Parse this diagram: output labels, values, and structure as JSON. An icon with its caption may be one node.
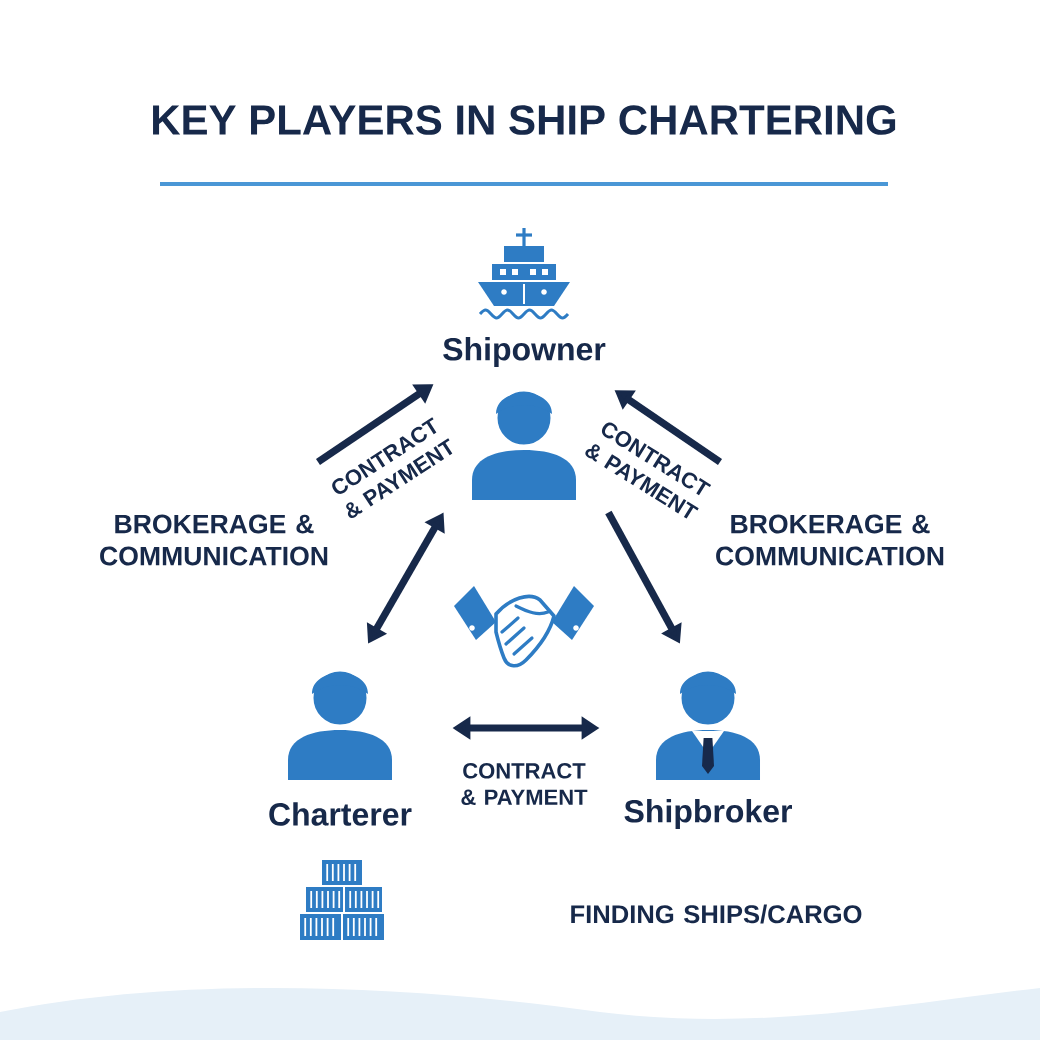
{
  "diagram": {
    "title": "KEY PLAYERS IN SHIP CHARTERING",
    "nodes": [
      {
        "text": [
          "Shipowner"
        ]
      },
      {
        "text": [
          "Charterer"
        ]
      },
      {
        "text": [
          "Shipbroker"
        ]
      }
    ],
    "edges": [
      {
        "from": null,
        "to": 0,
        "arrow": "to",
        "label": "CONTRACT & PAYMENT"
      },
      {
        "from": 1,
        "to": 0,
        "arrow": "both"
      },
      {
        "from": null,
        "to": 0,
        "arrow": "to",
        "label": "CONTRACT & PAYMENT"
      },
      {
        "from": 0,
        "to": 2,
        "arrow": "to"
      },
      {
        "from": 1,
        "to": 2,
        "arrow": "both",
        "label": "CONTRACT & PAYMENT"
      }
    ],
    "labels": [
      "BROKERAGE & COMMUNICATION",
      "BROKERAGE & COMMUNICATION",
      "FINDING SHIPS/CARGO"
    ]
  }
}
